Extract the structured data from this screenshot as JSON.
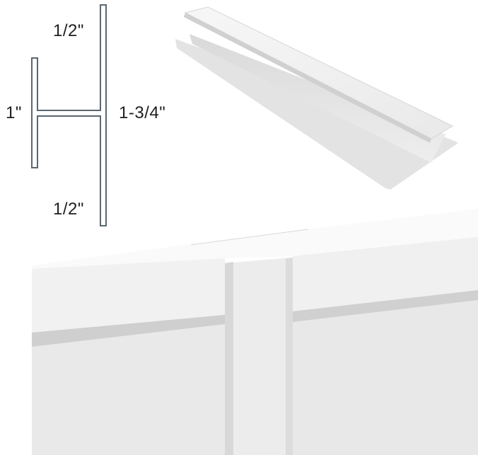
{
  "dimensions": {
    "top_flange": "1/2\"",
    "web": "1\"",
    "overall_height": "1-3/4\"",
    "bottom_flange": "1/2\""
  },
  "colors": {
    "profile_stroke": "#5b6770",
    "panel_light": "#f4f4f4",
    "panel_mid": "#e6e6e6",
    "panel_shadow": "#c9c9c9"
  }
}
